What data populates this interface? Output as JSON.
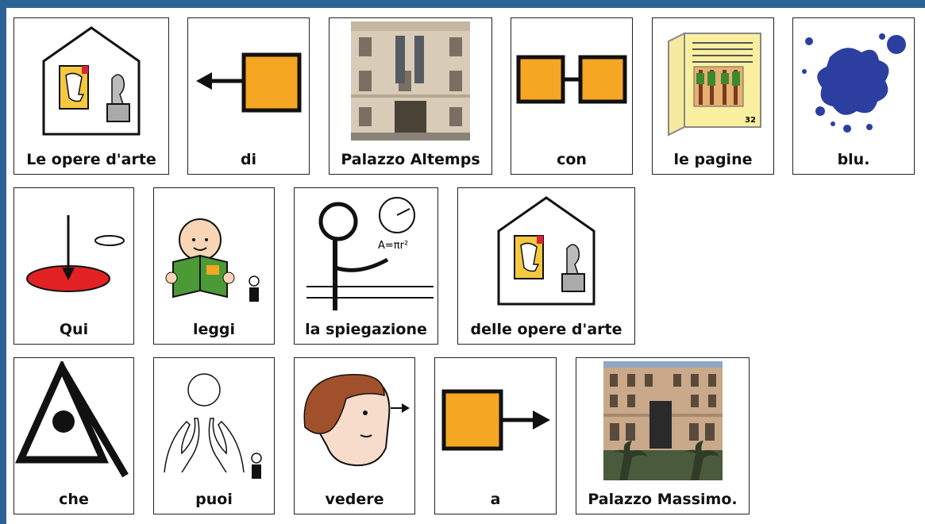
{
  "colors": {
    "frame": "#2b6396",
    "orange": "#f5a623",
    "blue": "#2c3fa0",
    "red": "#e22222"
  },
  "rows": [
    [
      {
        "label": "Le opere d'arte",
        "icon": "art-museum-icon"
      },
      {
        "label": "di",
        "icon": "arrow-left-square-icon"
      },
      {
        "label": "Palazzo Altemps",
        "icon": "palazzo-altemps-photo"
      },
      {
        "label": "con",
        "icon": "connected-squares-icon"
      },
      {
        "label": "le pagine",
        "icon": "open-book-icon"
      },
      {
        "label": "blu.",
        "icon": "blue-splash-icon"
      }
    ],
    [
      {
        "label": "Qui",
        "icon": "here-marker-icon"
      },
      {
        "label": "leggi",
        "icon": "child-reading-icon"
      },
      {
        "label": "la spiegazione",
        "icon": "teacher-explaining-icon"
      },
      {
        "label": "delle opere d'arte",
        "icon": "art-museum-icon"
      }
    ],
    [
      {
        "label": "che",
        "icon": "che-symbol-icon"
      },
      {
        "label": "puoi",
        "icon": "hands-can-icon"
      },
      {
        "label": "vedere",
        "icon": "person-looking-icon"
      },
      {
        "label": "a",
        "icon": "arrow-right-square-icon"
      },
      {
        "label": "Palazzo Massimo.",
        "icon": "palazzo-massimo-photo"
      }
    ]
  ],
  "book_page_number": "32",
  "formula_text": "A=πr²"
}
